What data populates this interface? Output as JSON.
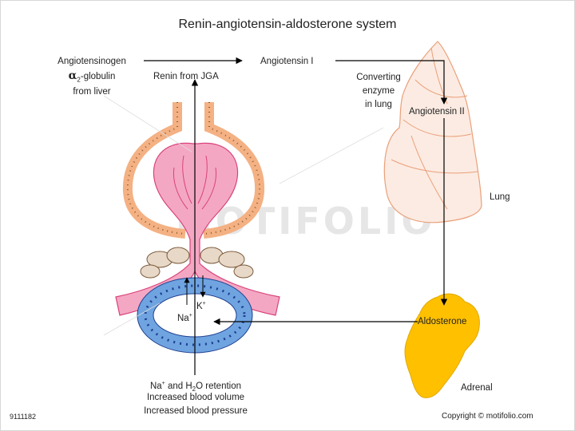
{
  "title": "Renin-angiotensin-aldosterone system",
  "labels": {
    "angiotensinogen": "Angiotensinogen",
    "alpha2": "α",
    "alpha2_sub": "2",
    "globulin": "-globulin",
    "from_liver": "from liver",
    "renin": "Renin from JGA",
    "angiotensin1": "Angiotensin I",
    "converting_line1": "Converting",
    "converting_line2": "enzyme",
    "converting_line3": "in lung",
    "angiotensin2": "Angiotensin II",
    "lung": "Lung",
    "k_ion": "K",
    "k_sup": "+",
    "na_ion": "Na",
    "na_sup": "+",
    "aldosterone": "Aldosterone",
    "adrenal": "Adrenal",
    "result_line1_a": "Na",
    "result_line1_sup": "+",
    "result_line1_b": " and H",
    "result_line1_sub": "2",
    "result_line1_c": "O retention",
    "result_line2": "Increased blood volume",
    "result_line3": "Increased blood pressure",
    "image_id": "9111182",
    "copyright": "Copyright © motifolio.com",
    "watermark": "MOTIFOLIO"
  },
  "colors": {
    "arteriole_pink": "#f4a7c3",
    "arteriole_edge": "#d9437a",
    "tubule_blue": "#6fa4e0",
    "tubule_dark": "#1f3f8f",
    "orange_capsule": "#f4b183",
    "adrenal_yellow": "#ffc000",
    "lung_fill": "#fcebe2",
    "lung_edge": "#e9a07a"
  }
}
